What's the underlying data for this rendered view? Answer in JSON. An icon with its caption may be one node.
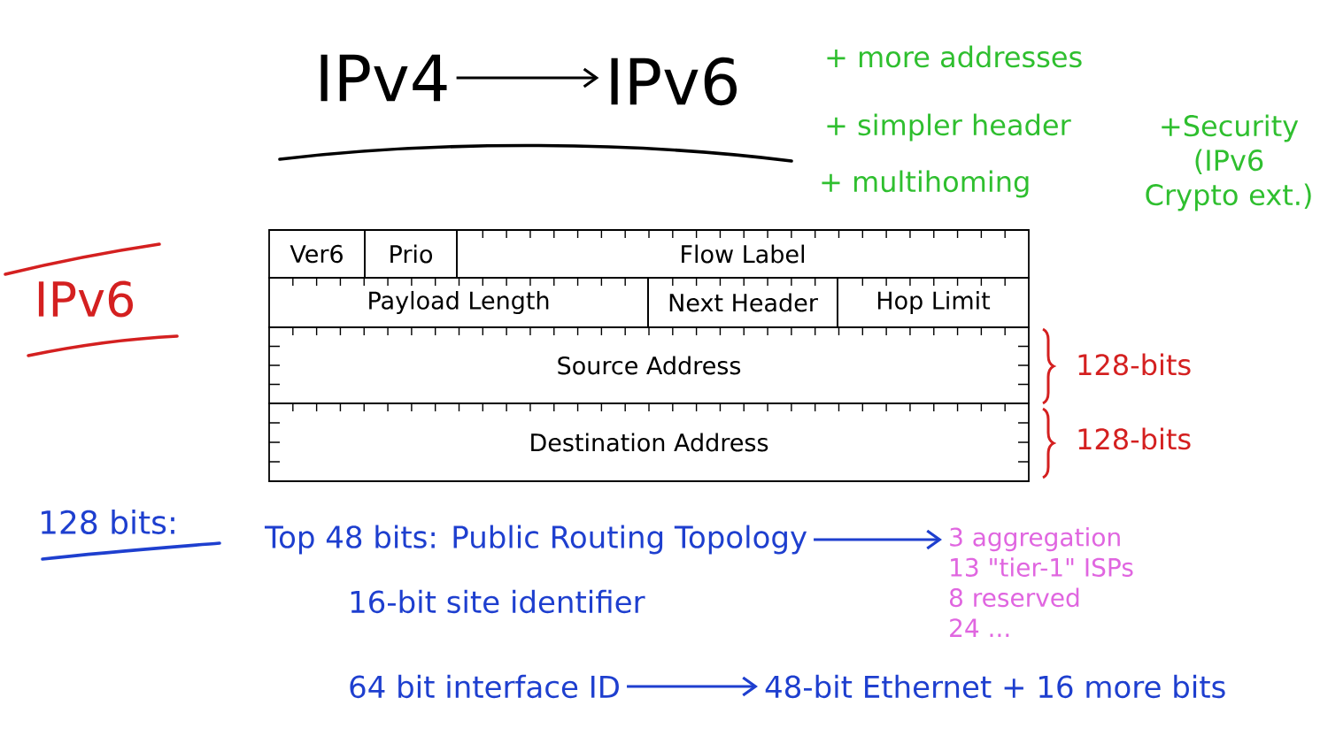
{
  "diagram": {
    "nodes": [
      {
        "text": [
          "IPv4"
        ]
      },
      {
        "text": [
          "IPv6"
        ]
      },
      {
        "text": [
          "Ver6"
        ]
      },
      {
        "text": [
          "Prio"
        ]
      },
      {
        "text": [
          "Flow Label"
        ]
      },
      {
        "text": [
          "Payload Length"
        ]
      },
      {
        "text": [
          "Next Header"
        ]
      },
      {
        "text": [
          "Hop Limit"
        ]
      },
      {
        "text": [
          "Source Address"
        ],
        "beside": [
          "128-bits"
        ]
      },
      {
        "text": [
          "Destination Address"
        ],
        "beside": [
          "128-bits"
        ]
      },
      {
        "text": [
          "Top 48 bits: Public Routing Topology"
        ]
      },
      {
        "text": [
          "3 aggregation",
          "13 \"tier-1\" ISPs",
          "8 reserved",
          "24 ..."
        ]
      },
      {
        "text": [
          "64 bit interface ID"
        ]
      },
      {
        "text": [
          "48-bit Ethernet + 16 more bits"
        ]
      }
    ],
    "edges": [
      {
        "from": 0,
        "to": 1,
        "arrow": "to",
        "color": "#000000"
      },
      {
        "from": 10,
        "to": 11,
        "arrow": "to"
      },
      {
        "from": 12,
        "to": 13,
        "arrow": "to"
      }
    ],
    "labels": [
      "+ more addresses",
      "+ simpler header",
      "+ multihoming",
      "+Security (IPv6 Crypto ext.)",
      "IPv6",
      "128 bits:",
      "16-bit site identifier"
    ]
  }
}
